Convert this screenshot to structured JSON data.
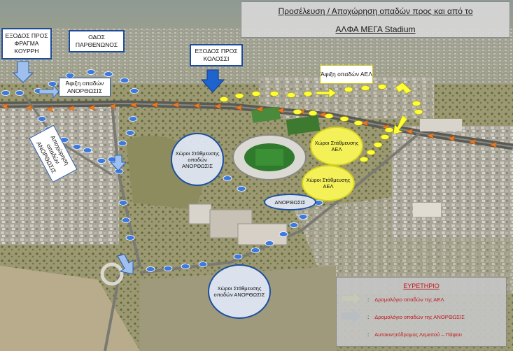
{
  "title": {
    "line1": "Προσέλευση / Αποχώρηση οπαδών προς και από το",
    "line2": "ΑΛΦΑ ΜΕΓΑ Stadium"
  },
  "labels": {
    "exit_kourri": "ΕΞΟΔΟΣ ΠΡΟΣ ΦΡΑΓΜΑ ΚΟΥΡΡΗ",
    "odos_parthenonos": "ΟΔΟΣ ΠΑΡΘΕΝΩΝΟΣ",
    "exit_kolossi": "ΕΞΟΔΟΣ ΠΡΟΣ ΚΟΛΟΣΣΙ",
    "arrival_anorthosis": "Άφιξη οπαδών ΑΝΟΡΘΩΣΙΣ",
    "departure_anorthosis": "Αποχώρηση οπαδών ΑΝΟΡΘΩΣΙΣ",
    "arrival_ael": "Άφιξη οπαδών ΑΕΛ",
    "anorthosis_tag": "ΑΝΟΡΘΩΣΙΣ"
  },
  "parking": [
    {
      "id": "anorthosis-1",
      "text": "Χώροι Στάθμευσης οπαδών ΑΝΟΡΘΩΣΙΣ",
      "color": "#e1e8f6"
    },
    {
      "id": "ael-1",
      "text": "Χώροι Στάθμευσης ΑΕΛ",
      "color": "#f4f158"
    },
    {
      "id": "ael-2",
      "text": "Χώροι Στάθμευσης ΑΕΛ",
      "color": "#f4f158"
    },
    {
      "id": "anorthosis-2",
      "text": "Χώροι Στάθμευσης οπαδών ΑΝΟΡΘΩΣΙΣ",
      "color": "#e1e8f6"
    }
  ],
  "legend": {
    "title": "ΕΥΡΕΤΗΡΙΟ",
    "items": [
      {
        "symbol": "yellow-arrow-icon",
        "text": "Δρομολόγιο οπαδών της ΑΕΛ",
        "color": "#ffff33"
      },
      {
        "symbol": "blue-arrow-icon",
        "text": "Δρομολόγιο οπαδών της ΑΝΟΡΘΩΣΙΣ",
        "color": "#2e6fd0"
      },
      {
        "symbol": "orange-chevron-icon",
        "text": "Αυτοκινητόδρομος Λεμεσού – Πάφου",
        "color": "#f07a1e"
      }
    ]
  },
  "colors": {
    "ael_route": "#ffff33",
    "anorthosis_route": "#3d7ae0",
    "motorway": "#f07a1e"
  }
}
